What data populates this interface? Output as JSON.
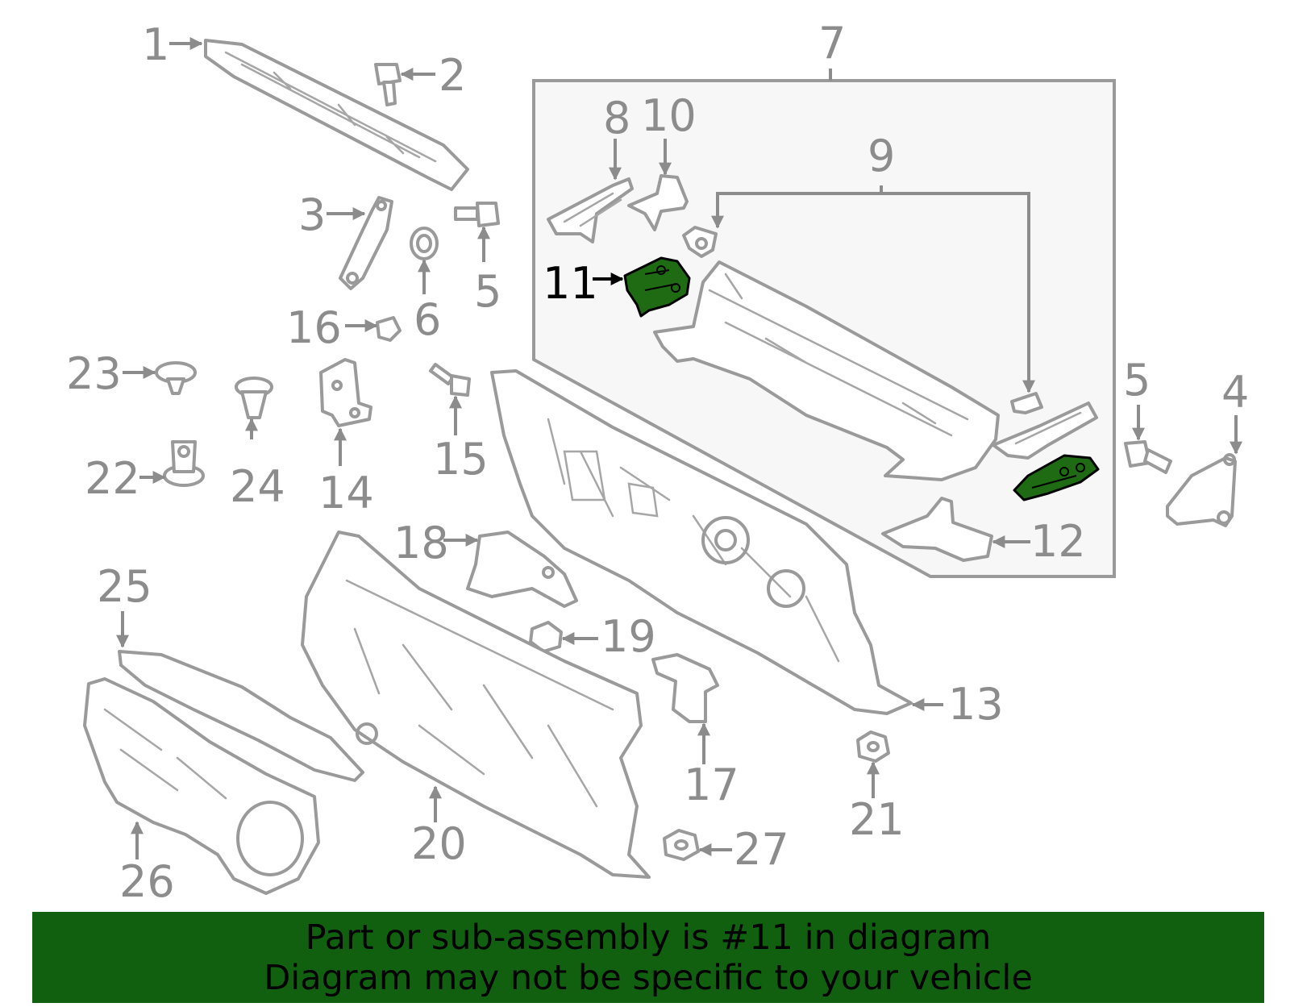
{
  "callouts": [
    {
      "id": "c1",
      "text": "1"
    },
    {
      "id": "c2",
      "text": "2"
    },
    {
      "id": "c3",
      "text": "3"
    },
    {
      "id": "c4",
      "text": "4"
    },
    {
      "id": "c5a",
      "text": "5"
    },
    {
      "id": "c5b",
      "text": "5"
    },
    {
      "id": "c6",
      "text": "6"
    },
    {
      "id": "c7",
      "text": "7"
    },
    {
      "id": "c8",
      "text": "8"
    },
    {
      "id": "c9",
      "text": "9"
    },
    {
      "id": "c10",
      "text": "10"
    },
    {
      "id": "c11",
      "text": "11"
    },
    {
      "id": "c12",
      "text": "12"
    },
    {
      "id": "c13",
      "text": "13"
    },
    {
      "id": "c14",
      "text": "14"
    },
    {
      "id": "c15",
      "text": "15"
    },
    {
      "id": "c16",
      "text": "16"
    },
    {
      "id": "c17",
      "text": "17"
    },
    {
      "id": "c18",
      "text": "18"
    },
    {
      "id": "c19",
      "text": "19"
    },
    {
      "id": "c20",
      "text": "20"
    },
    {
      "id": "c21",
      "text": "21"
    },
    {
      "id": "c22",
      "text": "22"
    },
    {
      "id": "c23",
      "text": "23"
    },
    {
      "id": "c24",
      "text": "24"
    },
    {
      "id": "c25",
      "text": "25"
    },
    {
      "id": "c26",
      "text": "26"
    },
    {
      "id": "c27",
      "text": "27"
    }
  ],
  "highlight": {
    "part": "11",
    "color": "#1e6b14",
    "banner_color": "#116010"
  },
  "banner": {
    "line1": "Part or sub-assembly is #11 in diagram",
    "line2": "Diagram may not be specific to your vehicle"
  }
}
